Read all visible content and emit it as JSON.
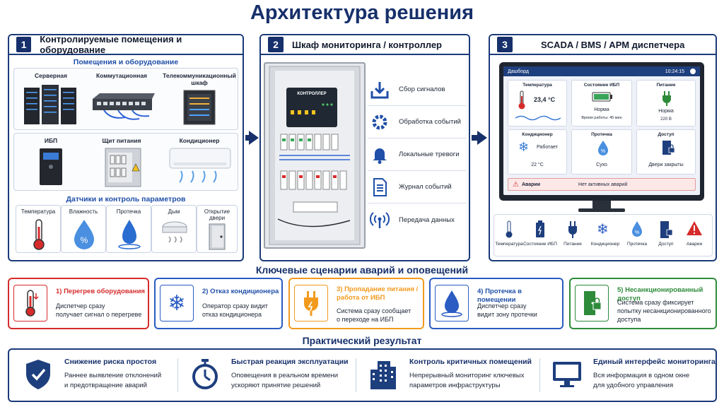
{
  "title": "Архитектура решения",
  "panels": [
    {
      "num": "1",
      "title": "Контролируемые помещения и оборудование"
    },
    {
      "num": "2",
      "title": "Шкаф мониторинга / контроллер"
    },
    {
      "num": "3",
      "title": "SCADA / BMS / АРМ диспетчера"
    }
  ],
  "equipment": {
    "heading": "Помещения и оборудование",
    "items": [
      "Серверная",
      "Коммутационная",
      "Телекоммуникационный шкаф",
      "ИБП",
      "Щит питания",
      "Кондиционер"
    ]
  },
  "sensors": {
    "heading": "Датчики и контроль параметров",
    "items": [
      "Температура",
      "Влажность",
      "Протечка",
      "Дым",
      "Открытие двери"
    ]
  },
  "controller": {
    "device_label": "КОНТРОЛЛЕР",
    "functions": [
      "Сбор сигналов",
      "Обработка событий",
      "Локальные тревоги",
      "Журнал событий",
      "Передача данных"
    ]
  },
  "dashboard": {
    "name": "Дашборд",
    "time": "10:24:15",
    "tiles": [
      {
        "title": "Температура",
        "value": "23,4 °C"
      },
      {
        "title": "Состояние ИБП",
        "status": "Норма",
        "detail": "Время работы: 45 мин"
      },
      {
        "title": "Питание",
        "status": "Норма",
        "detail": "220 В"
      },
      {
        "title": "Кондиционер",
        "status": "Работает",
        "detail": "22 °C"
      },
      {
        "title": "Протечка",
        "status": "Сухо"
      },
      {
        "title": "Доступ",
        "status": "Двери закрыты"
      }
    ],
    "alarm_label": "Аварии",
    "alarm_text": "Нет активных аварий"
  },
  "shortcuts": [
    "Температура",
    "Состояние ИБП",
    "Питание",
    "Кондиционер",
    "Протечка",
    "Доступ",
    "Аварии"
  ],
  "scenarios_heading": "Ключевые сценарии аварий и оповещений",
  "scenarios": [
    {
      "title": "1) Перегрев оборудования",
      "text1": "Диспетчер сразу",
      "text2": "получает сигнал о перегреве",
      "color": "#d62b2b"
    },
    {
      "title": "2) Отказ кондиционера",
      "text1": "Оператор сразу видит",
      "text2": "отказ кондиционера",
      "color": "#2a5cc2"
    },
    {
      "title1": "3) Пропадание питания /",
      "title2": "работа от ИБП",
      "text1": "Система сразу сообщает",
      "text2": "о переходе на ИБП",
      "color": "#f29a1e"
    },
    {
      "title": "4) Протечка в помещении",
      "text1": "Диспетчер сразу",
      "text2": "видит зону протечки",
      "color": "#2a5cc2"
    },
    {
      "title": "5) Несанкционированный доступ",
      "text1": "Система сразу фиксирует",
      "text2": "попытку несанкционированного",
      "text3": "доступа",
      "color": "#2e8b3a"
    }
  ],
  "results_heading": "Практический результат",
  "results": [
    {
      "title": "Снижение риска простоя",
      "text1": "Раннее выявление отклонений",
      "text2": "и предотвращение аварий"
    },
    {
      "title": "Быстрая реакция эксплуатации",
      "text1": "Оповещения в реальном времени",
      "text2": "ускоряют принятие решений"
    },
    {
      "title": "Контроль критичных помещений",
      "text1": "Непрерывный мониторинг ключевых",
      "text2": "параметров инфраструктуры"
    },
    {
      "title": "Единый интерфейс мониторинга",
      "text1": "Вся информация в одном окне",
      "text2": "для удобного управления"
    }
  ],
  "colors": {
    "navy": "#17306b",
    "accent": "#1f4fa8",
    "red": "#d62b2b",
    "orange": "#f29a1e",
    "green": "#2e8b3a"
  }
}
